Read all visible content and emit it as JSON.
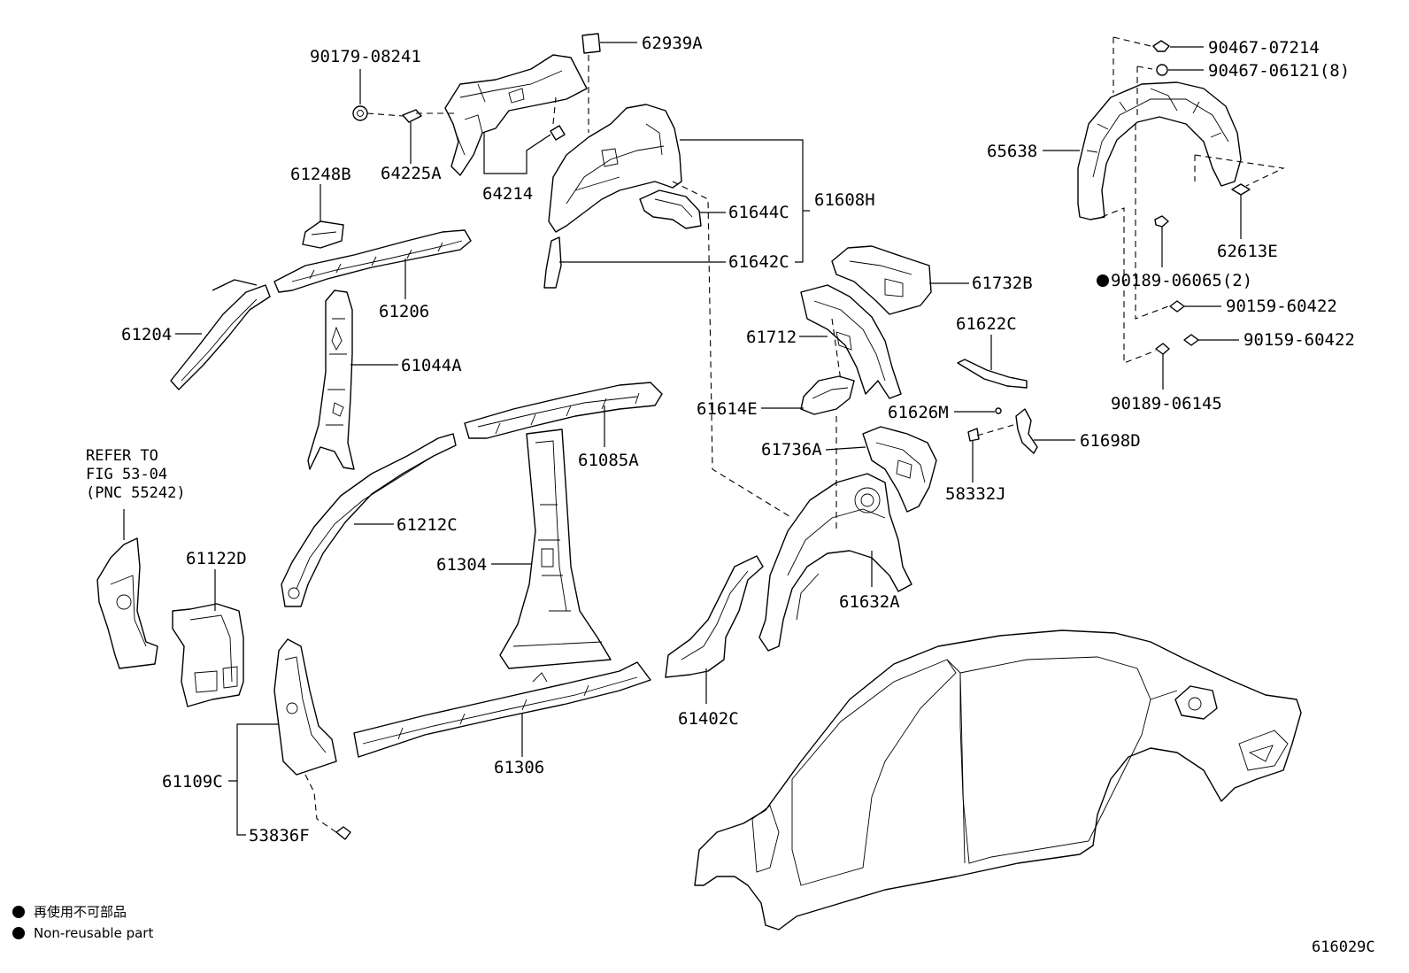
{
  "labels": {
    "p90179": "90179-08241",
    "p62939A": "62939A",
    "p61248B": "61248B",
    "p64225A": "64225A",
    "p64214": "64214",
    "p61644C": "61644C",
    "p61608H": "61608H",
    "p61642C": "61642C",
    "p65638": "65638",
    "p90467_1": "90467-07214",
    "p90467_2": "90467-06121(8)",
    "p62613E": "62613E",
    "p90189_1": "90189-06065(2)",
    "p90159_1": "90159-60422",
    "p90159_2": "90159-60422",
    "p90189_2": "90189-06145",
    "p61206": "61206",
    "p61204": "61204",
    "p61044A": "61044A",
    "p61732B": "61732B",
    "p61712": "61712",
    "p61622C": "61622C",
    "p61614E": "61614E",
    "p61626M": "61626M",
    "p61698D": "61698D",
    "p61736A": "61736A",
    "p58332J": "58332J",
    "p61085A": "61085A",
    "p61212C": "61212C",
    "p61304": "61304",
    "p61632A": "61632A",
    "p61122D": "61122D",
    "p61402C": "61402C",
    "p61306": "61306",
    "p61109C": "61109C",
    "p53836F": "53836F"
  },
  "reference": {
    "line1": "REFER TO",
    "line2": "FIG 53-04",
    "line3": "(PNC 55242)"
  },
  "legend": {
    "jp": "再使用不可部品",
    "en": "Non-reusable part"
  },
  "figure_id": "616029C"
}
